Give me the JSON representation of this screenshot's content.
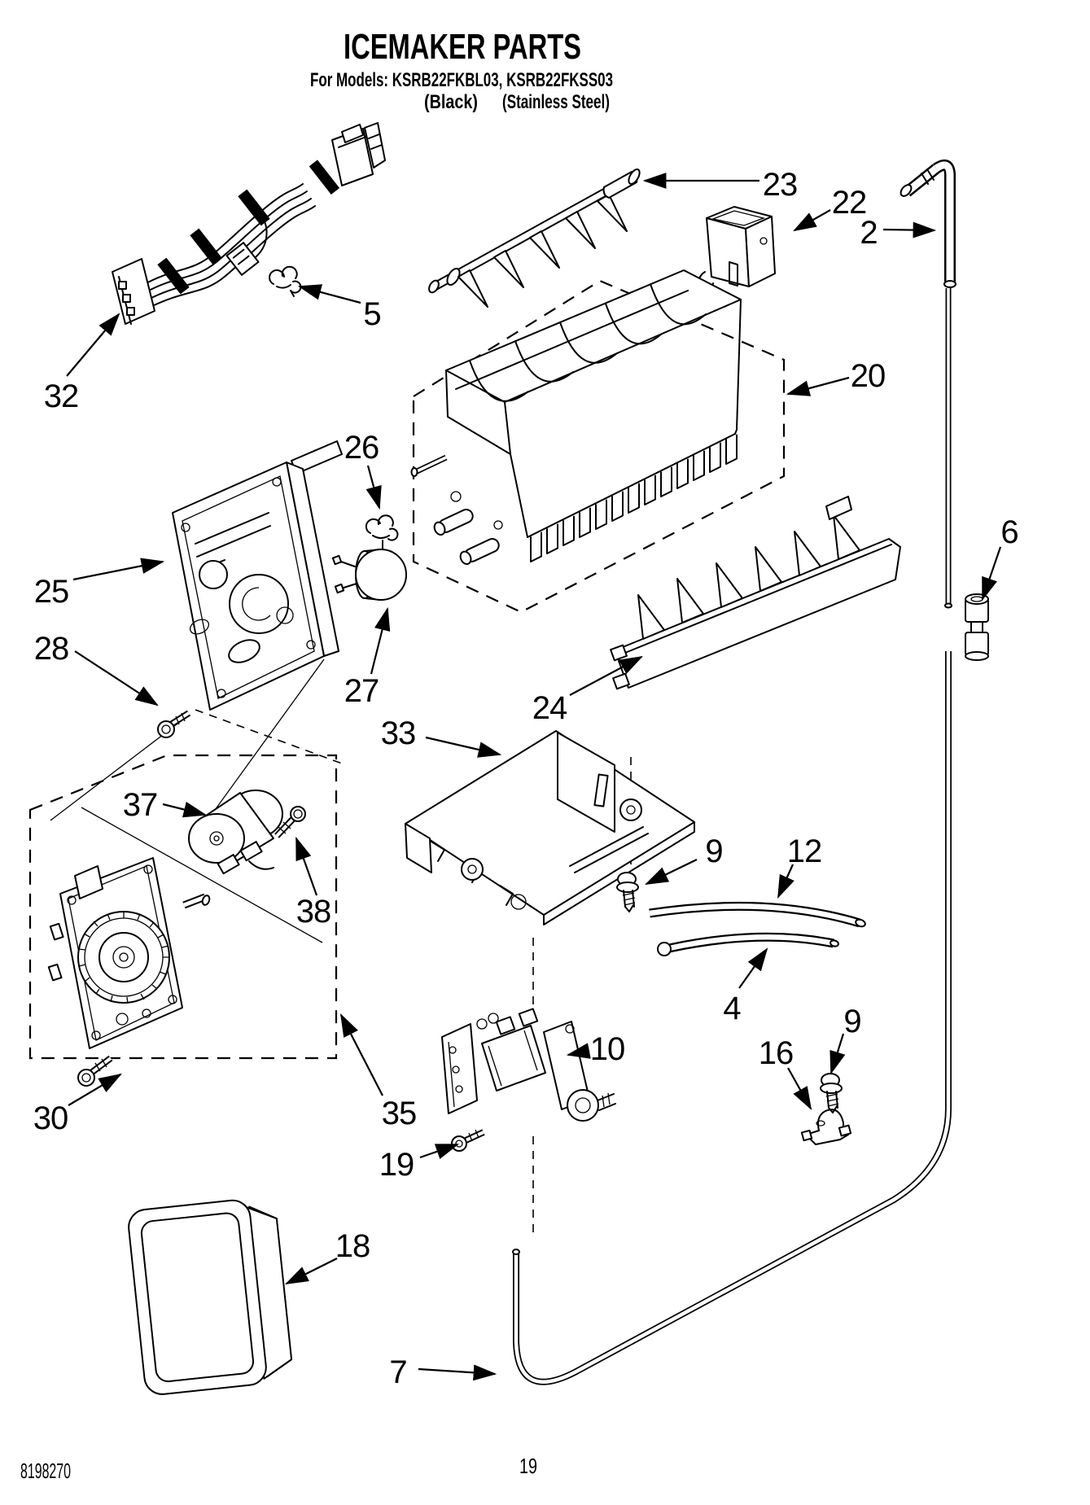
{
  "colors": {
    "ink": "#000000",
    "paper": "#ffffff"
  },
  "header": {
    "title": "ICEMAKER PARTS",
    "models": "For Models: KSRB22FKBL03, KSRB22FKSS03",
    "finish_black": "(Black)",
    "finish_stainless": "(Stainless Steel)"
  },
  "footer": {
    "document_number": "8198270",
    "page_number": "19"
  },
  "callouts": [
    {
      "number": "32"
    },
    {
      "number": "5"
    },
    {
      "number": "23"
    },
    {
      "number": "22"
    },
    {
      "number": "2"
    },
    {
      "number": "20"
    },
    {
      "number": "26"
    },
    {
      "number": "25"
    },
    {
      "number": "28"
    },
    {
      "number": "27"
    },
    {
      "number": "33"
    },
    {
      "number": "24"
    },
    {
      "number": "6"
    },
    {
      "number": "9"
    },
    {
      "number": "12"
    },
    {
      "number": "4"
    },
    {
      "number": "37"
    },
    {
      "number": "38"
    },
    {
      "number": "30"
    },
    {
      "number": "35"
    },
    {
      "number": "10"
    },
    {
      "number": "19"
    },
    {
      "number": "16"
    },
    {
      "number": "9"
    },
    {
      "number": "18"
    },
    {
      "number": "7"
    }
  ]
}
